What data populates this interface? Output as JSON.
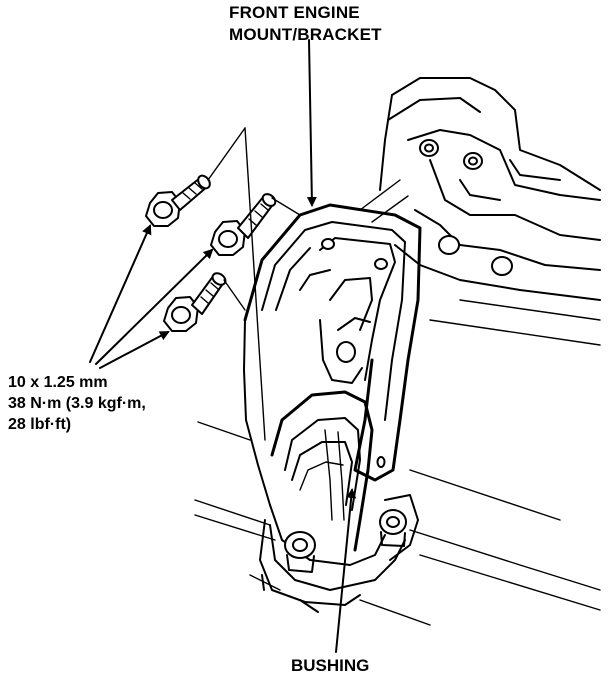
{
  "labels": {
    "mount_line1": "FRONT ENGINE",
    "mount_line2": "MOUNT/BRACKET",
    "spec_line1": "10 x 1.25 mm",
    "spec_line2": "38 N·m (3.9 kgf·m,",
    "spec_line3": "28 lbf·ft)",
    "bushing": "BUSHING"
  },
  "colors": {
    "ink": "#000000",
    "paper": "#ffffff"
  }
}
